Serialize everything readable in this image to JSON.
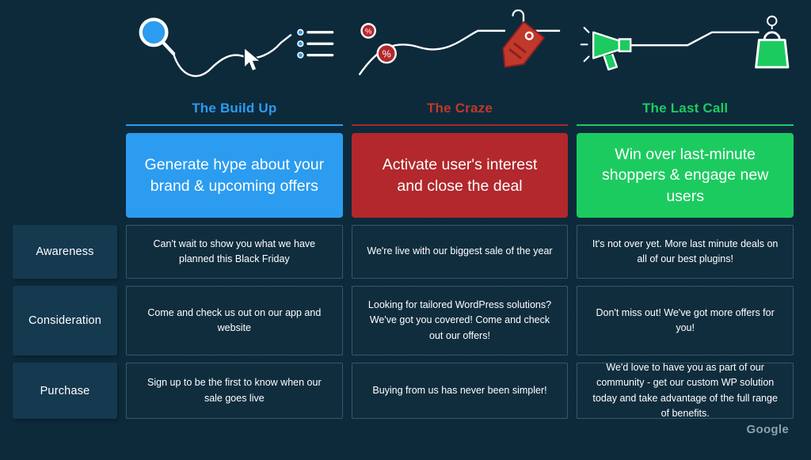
{
  "footer": {
    "logo": "Google"
  },
  "colors": {
    "background": "#0d2a3b",
    "panel": "#15394f",
    "blue": "#2b9cf0",
    "red": "#b2282c",
    "green": "#1ccb5f"
  },
  "rows": [
    {
      "label": "Awareness"
    },
    {
      "label": "Consideration"
    },
    {
      "label": "Purchase"
    }
  ],
  "columns": [
    {
      "title": "The Build Up",
      "accent": "#2b9cf0",
      "headline": "Generate hype about your brand & upcoming offers",
      "awareness": "Can't wait to show you what we have planned this Black Friday",
      "consideration": "Come and check us out on our app and website",
      "purchase": "Sign up to be the first to know when our sale goes live"
    },
    {
      "title": "The Craze",
      "accent": "#b2282c",
      "headline": "Activate user's interest and close the deal",
      "awareness": "We're live with our biggest sale of the year",
      "consideration": "Looking for tailored WordPress solutions? We've got you covered! Come and check out our offers!",
      "purchase": "Buying from us has never been simpler!"
    },
    {
      "title": "The Last Call",
      "accent": "#1ccb5f",
      "headline": "Win over last-minute shoppers & engage new users",
      "awareness": "It's not over yet. More last minute deals on all of our best plugins!",
      "consideration": "Don't miss out! We've got more offers for you!",
      "purchase": "We'd love to have you as part of our community - get our custom WP solution today and take advantage of the full range of benefits."
    }
  ],
  "icons": {
    "build_up": [
      "magnifier-icon",
      "hand-cursor-icon",
      "list-icon"
    ],
    "craze": [
      "percent-badge-icon",
      "price-tag-icon",
      "paperclip-icon"
    ],
    "last_call": [
      "megaphone-icon",
      "bell-icon",
      "shopping-bag-icon"
    ]
  }
}
